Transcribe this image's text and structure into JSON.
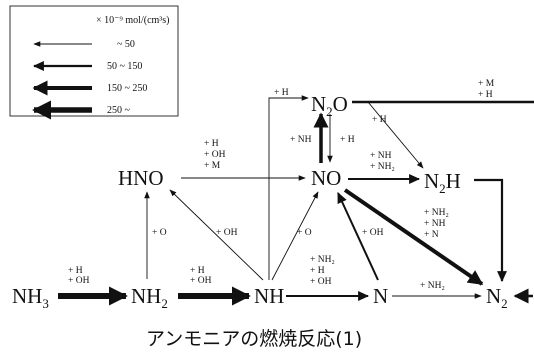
{
  "legend": {
    "unit": "× 10⁻⁹ mol/(cm³s)",
    "rows": [
      {
        "label": "~ 50"
      },
      {
        "label": "50 ~ 150"
      },
      {
        "label": "150 ~ 250"
      },
      {
        "label": "250 ~"
      }
    ]
  },
  "nodes": {
    "nh3": {
      "main": "NH",
      "sub": "3"
    },
    "nh2": {
      "main": "NH",
      "sub": "2"
    },
    "nh": {
      "main": "NH",
      "sub": ""
    },
    "n": {
      "main": "N",
      "sub": ""
    },
    "n2": {
      "main": "N",
      "sub": "2"
    },
    "no": {
      "main": "NO",
      "sub": ""
    },
    "hno": {
      "main": "HNO",
      "sub": ""
    },
    "n2o": {
      "main": "N",
      "sub": "2",
      "tail": "O"
    },
    "n2h": {
      "main": "N",
      "sub": "2",
      "tail": "H"
    }
  },
  "labels": {
    "nh3_nh2": [
      "+ H",
      "+ OH"
    ],
    "nh2_nh": [
      "+ H",
      "+ OH"
    ],
    "nh_n": [
      "+ NH₂",
      "+ H",
      "+ OH"
    ],
    "n_n2": [
      "+ NH₂"
    ],
    "nh2_hno": [
      "+ O"
    ],
    "nh_hno": [
      "+ OH"
    ],
    "nh_no": [
      "+ O"
    ],
    "n_no": [
      "+ OH"
    ],
    "hno_no": [
      "+ H",
      "+ OH",
      "+ M"
    ],
    "nh_n2o": [
      "+ H"
    ],
    "n2o_no": [
      "+ NH"
    ],
    "no_n2o": [
      "+ H"
    ],
    "n2o_n2h": [
      "+ H"
    ],
    "no_n2h": [
      "+ NH",
      "+ NH₂"
    ],
    "no_n2": [
      "+ NH₂",
      "+ NH",
      "+ N"
    ],
    "n2o_n2": [
      "+ M",
      "+ H"
    ]
  },
  "caption": "アンモニアの燃焼反応(1)"
}
